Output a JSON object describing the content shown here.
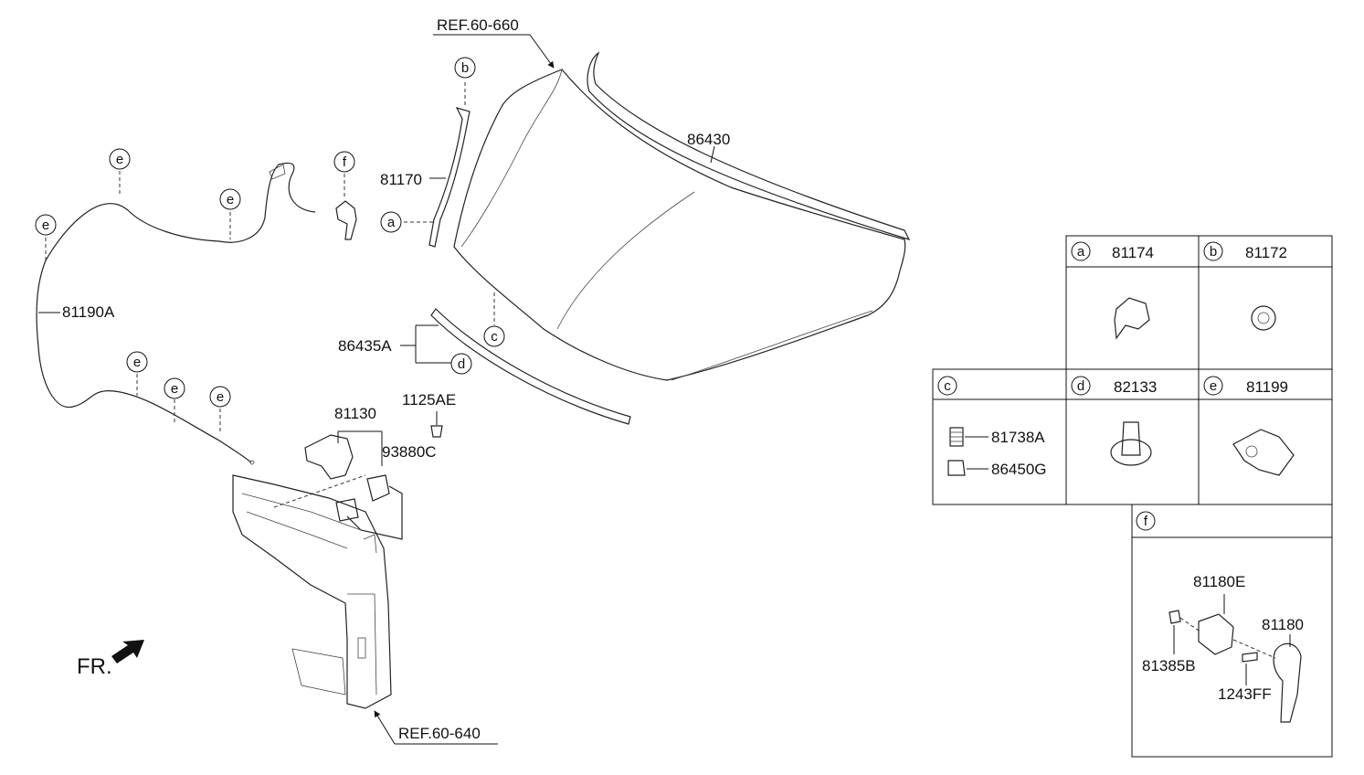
{
  "references": {
    "top": "REF.60-660",
    "bottom": "REF.60-640"
  },
  "direction_label": "FR.",
  "callouts": {
    "a": "a",
    "b": "b",
    "c": "c",
    "d": "d",
    "e": "e",
    "f": "f"
  },
  "parts": {
    "hood_seal": "86430",
    "hood_stay": "81170",
    "release_cable": "81190A",
    "seal_strip": "86435A",
    "hood_latch": "81130",
    "bolt": "1125AE",
    "switch": "93880C"
  },
  "legend": {
    "a": {
      "letter": "a",
      "part": "81174"
    },
    "b": {
      "letter": "b",
      "part": "81172"
    },
    "c": {
      "letter": "c",
      "items": [
        "81738A",
        "86450G"
      ]
    },
    "d": {
      "letter": "d",
      "part": "82133"
    },
    "e": {
      "letter": "e",
      "part": "81199"
    },
    "f": {
      "letter": "f",
      "items": [
        "81180E",
        "81180",
        "81385B",
        "1243FF"
      ]
    }
  }
}
